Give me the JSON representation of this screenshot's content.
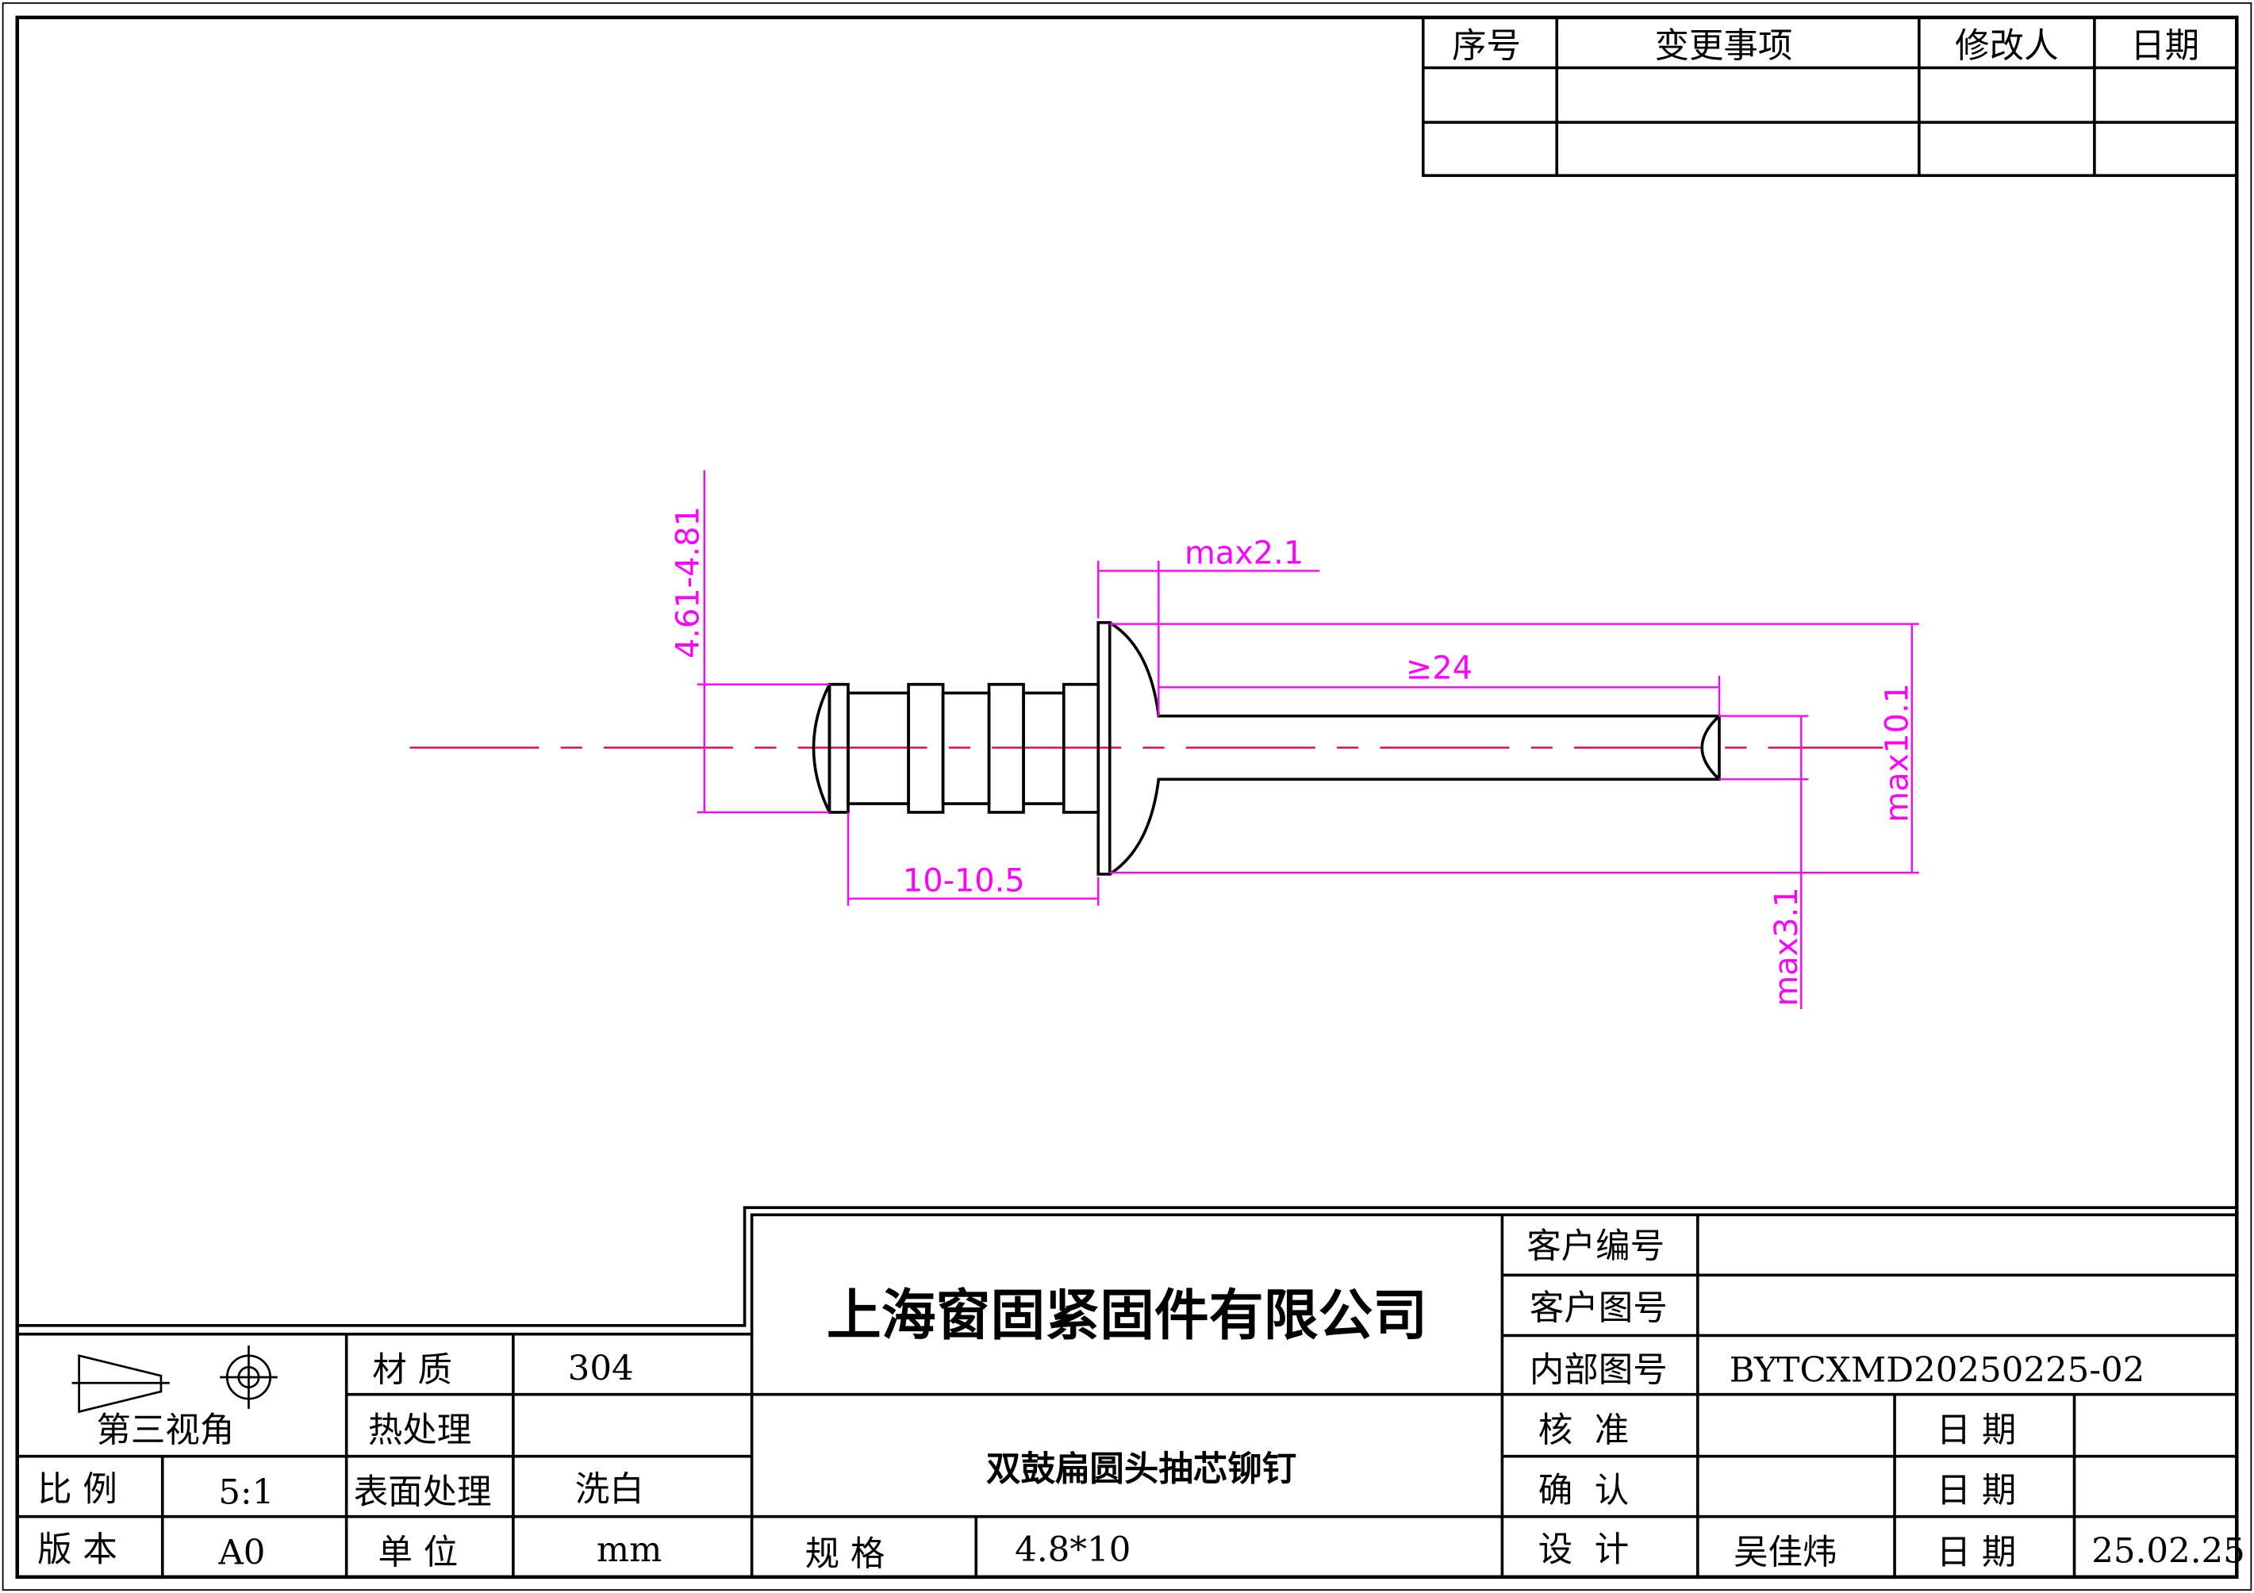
{
  "revision_table": {
    "headers": [
      "序号",
      "变更事项",
      "修改人",
      "日期"
    ]
  },
  "dimensions": {
    "head_dia": "4.61-4.81",
    "flange_thk": "max2.1",
    "mandrel_len": "≥24",
    "flange_dia": "max10.1",
    "body_len": "10-10.5",
    "mandrel_dia": "max3.1"
  },
  "title_block": {
    "projection": "第三视角",
    "material_label": "材 质",
    "material": "304",
    "heat_label": "热处理",
    "heat": "",
    "surface_label": "表面处理",
    "surface": "洗白",
    "scale_label": "比 例",
    "scale": "5:1",
    "version_label": "版 本",
    "version": "A0",
    "unit_label": "单 位",
    "unit": "mm",
    "company": "上海窗固紧固件有限公司",
    "product": "双鼓扁圆头抽芯铆钉",
    "spec_label": "规  格",
    "spec": "4.8*10",
    "customer_no_label": "客户编号",
    "customer_no": "",
    "customer_dwg_label": "客户图号",
    "customer_dwg": "",
    "internal_dwg_label": "内部图号",
    "internal_dwg": "BYTCXMD20250225-02",
    "approve_label": "核  准",
    "confirm_label": "确  认",
    "design_label": "设  计",
    "designer": "吴佳炜",
    "date_label": "日 期",
    "design_date": "25.02.25"
  },
  "colors": {
    "dimension": "#ff00ff",
    "centerline": "#e0004a"
  }
}
